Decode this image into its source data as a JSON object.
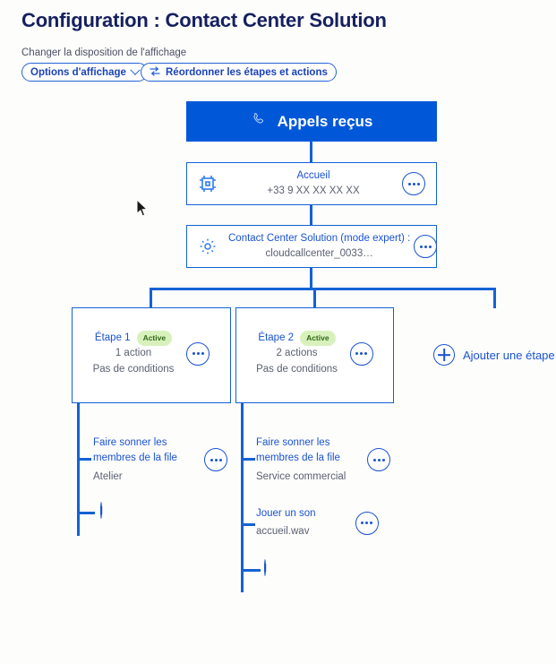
{
  "page": {
    "title": "Configuration : Contact Center Solution",
    "background": "#fdfdfc"
  },
  "toolbar": {
    "caption": "Changer la disposition de l'affichage",
    "display_options_label": "Options d'affichage",
    "display_options_icon": "chevron-down-icon",
    "reorder_label": "Réordonner les étapes et actions",
    "reorder_icon": "swap-arrows-icon"
  },
  "colors": {
    "banner_blue": "#0058d9",
    "line_blue": "#1362d4",
    "link_blue": "#1a52d0",
    "title_navy": "#15205e",
    "muted_gray": "#5b6070",
    "badge_bg": "#d8f1bc",
    "badge_text": "#31691a"
  },
  "flow": {
    "banner": {
      "label": "Appels reçus",
      "icon": "phone-icon"
    },
    "nodes": [
      {
        "id": "accueil",
        "icon": "ivr-maze-icon",
        "title": "Accueil",
        "subtitle": "+33 9 XX XX XX XX",
        "menu_icon": "more-options-icon"
      },
      {
        "id": "contact-center-solution",
        "icon": "gear-icon",
        "title": "Contact Center Solution (mode expert) :",
        "subtitle": "cloudcallcenter_0033…",
        "menu_icon": "more-options-icon"
      }
    ],
    "steps": [
      {
        "name": "Étape 1",
        "badge": "Active",
        "actions_count": "1 action",
        "conditions": "Pas de conditions",
        "menu_icon": "more-options-icon",
        "actions": [
          {
            "title": "Faire sonner les membres de la file",
            "subtitle": "Atelier",
            "menu_icon": "more-options-icon"
          }
        ],
        "add_action_icon": "plus-circle-icon"
      },
      {
        "name": "Étape 2",
        "badge": "Active",
        "actions_count": "2 actions",
        "conditions": "Pas de conditions",
        "menu_icon": "more-options-icon",
        "actions": [
          {
            "title": "Faire sonner les membres de la file",
            "subtitle": "Service commercial",
            "menu_icon": "more-options-icon"
          },
          {
            "title": "Jouer un son",
            "subtitle": "accueil.wav",
            "menu_icon": "more-options-icon"
          }
        ],
        "add_action_icon": "plus-circle-icon"
      }
    ],
    "add_step": {
      "label": "Ajouter une étape",
      "icon": "plus-circle-icon"
    }
  },
  "cursor": {
    "icon": "mouse-pointer-icon"
  }
}
